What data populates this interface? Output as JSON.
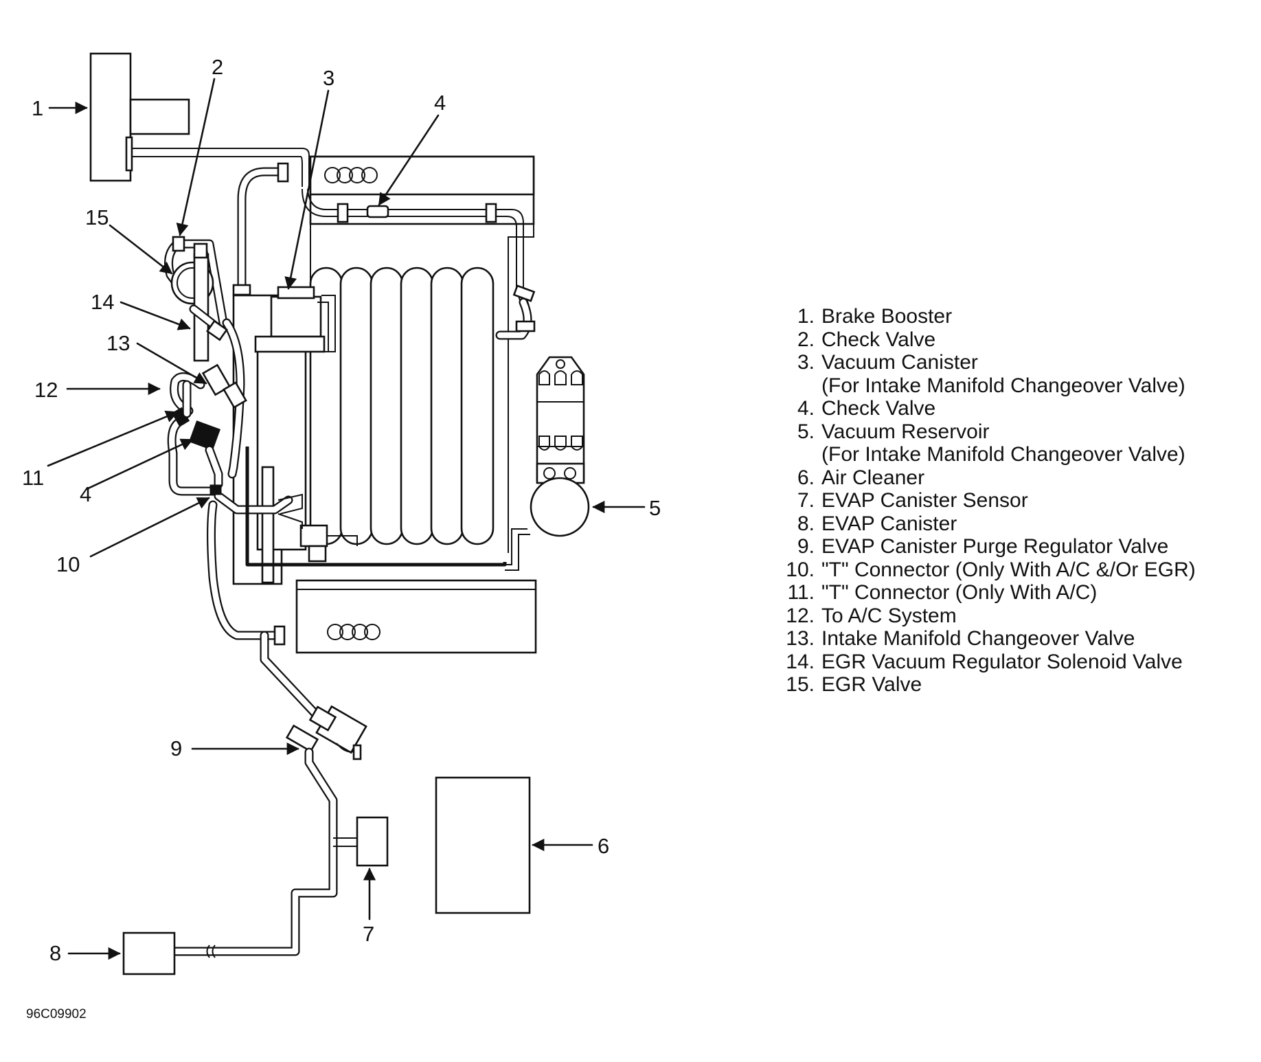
{
  "callouts": {
    "c1": "1",
    "c2": "2",
    "c3": "3",
    "c4a": "4",
    "c4b": "4",
    "c5": "5",
    "c6": "6",
    "c7": "7",
    "c8": "8",
    "c9": "9",
    "c10": "10",
    "c11": "11",
    "c12": "12",
    "c13": "13",
    "c14": "14",
    "c15": "15"
  },
  "legend": [
    {
      "num": "1.",
      "text": "Brake Booster",
      "sub": ""
    },
    {
      "num": "2.",
      "text": "Check Valve",
      "sub": ""
    },
    {
      "num": "3.",
      "text": "Vacuum Canister",
      "sub": "(For Intake Manifold Changeover Valve)"
    },
    {
      "num": "4.",
      "text": "Check Valve",
      "sub": ""
    },
    {
      "num": "5.",
      "text": "Vacuum Reservoir",
      "sub": "(For Intake Manifold Changeover Valve)"
    },
    {
      "num": "6.",
      "text": "Air Cleaner",
      "sub": ""
    },
    {
      "num": "7.",
      "text": "EVAP Canister Sensor",
      "sub": ""
    },
    {
      "num": "8.",
      "text": "EVAP Canister",
      "sub": ""
    },
    {
      "num": "9.",
      "text": "EVAP Canister Purge Regulator Valve",
      "sub": ""
    },
    {
      "num": "10.",
      "text": "\"T\" Connector (Only With A/C &/Or EGR)",
      "sub": ""
    },
    {
      "num": "11.",
      "text": "\"T\" Connector (Only With A/C)",
      "sub": ""
    },
    {
      "num": "12.",
      "text": "To A/C System",
      "sub": ""
    },
    {
      "num": "13.",
      "text": "Intake Manifold Changeover Valve",
      "sub": ""
    },
    {
      "num": "14.",
      "text": "EGR Vacuum Regulator Solenoid Valve",
      "sub": ""
    },
    {
      "num": "15.",
      "text": "EGR Valve",
      "sub": ""
    }
  ],
  "figure_code": "96C09902"
}
